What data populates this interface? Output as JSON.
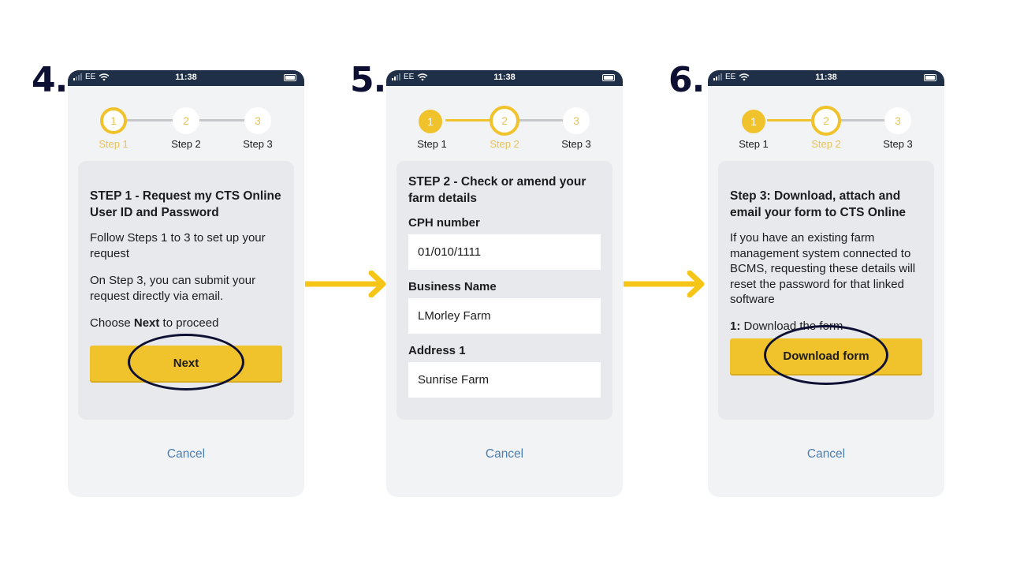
{
  "colors": {
    "accent_yellow": "#f0c22b",
    "status_bar": "#1f2f48",
    "annotation_navy": "#0d1033",
    "link_blue": "#4a7fb1",
    "card_bg": "#e8e9ed",
    "phone_bg": "#f2f3f5"
  },
  "status_bar": {
    "carrier": "EE",
    "time": "11:38",
    "icons": [
      "signal-icon",
      "wifi-icon",
      "battery-icon"
    ]
  },
  "stepper": {
    "labels": [
      "Step 1",
      "Step 2",
      "Step 3"
    ],
    "numbers": [
      "1",
      "2",
      "3"
    ]
  },
  "screens": [
    {
      "annotation": "4.",
      "active_step": 1,
      "card": {
        "title": "STEP 1 - Request my CTS Online User ID and Password",
        "paragraphs": [
          "Follow Steps 1 to 3 to set up your request",
          "On Step 3, you can submit your request directly via email."
        ],
        "proceed_prefix": "Choose ",
        "proceed_bold": "Next",
        "proceed_suffix": " to proceed",
        "button": "Next"
      },
      "cancel": "Cancel"
    },
    {
      "annotation": "5.",
      "active_step": 2,
      "card": {
        "title": "STEP 2 - Check or amend your farm details",
        "fields": [
          {
            "label": "CPH number",
            "value": "01/010/1111"
          },
          {
            "label": "Business Name",
            "value": "LMorley Farm"
          },
          {
            "label": "Address 1",
            "value": "Sunrise Farm"
          }
        ]
      },
      "cancel": "Cancel"
    },
    {
      "annotation": "6.",
      "active_step": 2,
      "card": {
        "title": "Step 3: Download, attach and email your form to CTS Online",
        "paragraph": "If you have an existing farm management system connected to BCMS, requesting these details will reset the password for that linked software",
        "instruction_bold": "1:",
        "instruction_text": " Download the form",
        "button": "Download form"
      },
      "cancel": "Cancel"
    }
  ]
}
